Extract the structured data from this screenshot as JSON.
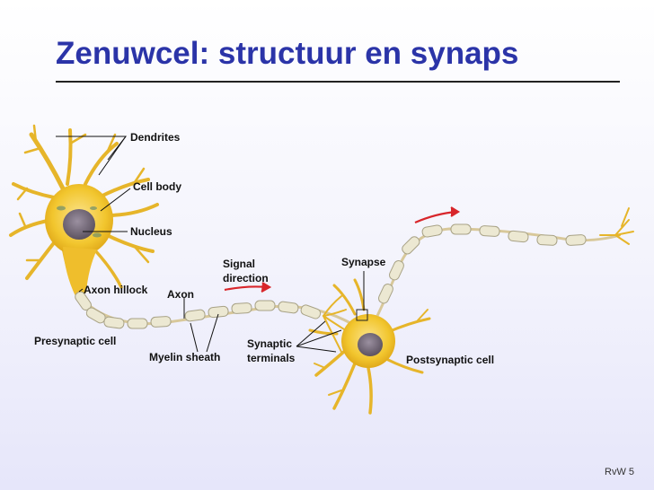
{
  "slide": {
    "title": "Zenuwcel: structuur en synaps",
    "footer": "RvW 5"
  },
  "labels": {
    "dendrites": "Dendrites",
    "cell_body": "Cell body",
    "nucleus": "Nucleus",
    "axon_hillock": "Axon hillock",
    "axon": "Axon",
    "presynaptic_cell": "Presynaptic cell",
    "myelin_sheath": "Myelin sheath",
    "signal_direction_1": "Signal",
    "signal_direction_2": "direction",
    "synapse": "Synapse",
    "synaptic_terminals_1": "Synaptic",
    "synaptic_terminals_2": "terminals",
    "postsynaptic_cell": "Postsynaptic cell"
  },
  "colors": {
    "title": "#2b34a8",
    "cell_body": "#f2c62e",
    "nucleus": "#7a6e7e",
    "myelin": "#e9e5cf",
    "arrow": "#d8262b"
  }
}
